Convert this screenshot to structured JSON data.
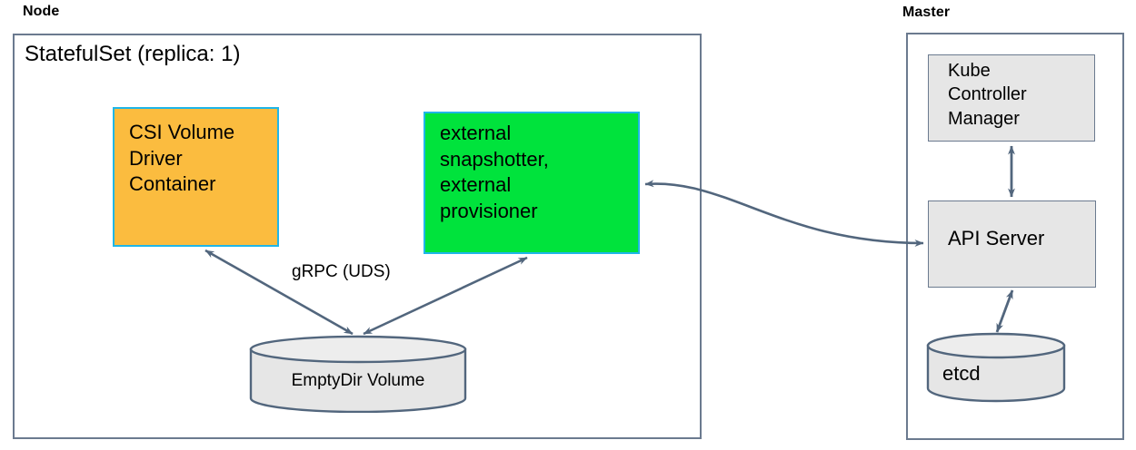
{
  "diagram": {
    "title_node": "Node",
    "title_master": "Master",
    "statefulset_label": "StatefulSet (replica: 1)",
    "colors": {
      "orange_fill": "#fbbc3f",
      "green_fill": "#00e33c",
      "node_border": "#1fb6e8",
      "grey_fill": "#e6e6e6",
      "line": "#52667d"
    }
  },
  "node": {
    "csi_driver_label": "CSI Volume\nDriver\nContainer",
    "external_label": "external\nsnapshotter,\nexternal\nprovisioner",
    "emptydir_label": "EmptyDir Volume",
    "grpc_label": "gRPC (UDS)"
  },
  "master": {
    "kube_controller_manager_label": "Kube\nController\nManager",
    "api_server_label": "API Server",
    "etcd_label": "etcd"
  }
}
